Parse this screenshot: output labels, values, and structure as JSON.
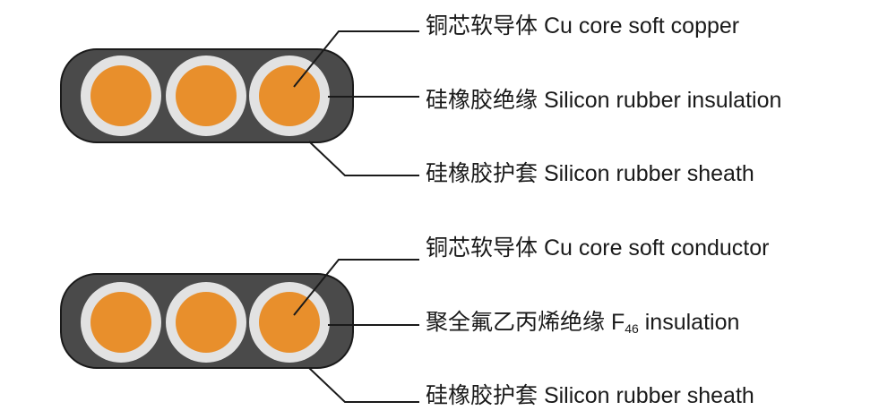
{
  "colors": {
    "sheath": "#4a4a4a",
    "insulation": "#e2e2e2",
    "conductor": "#e88f2c",
    "line": "#1a1a1a"
  },
  "cable_top": {
    "conductor_label": "铜芯软导体 Cu core soft copper",
    "insulation_label": "硅橡胶绝缘 Silicon rubber insulation",
    "sheath_label": "硅橡胶护套 Silicon rubber sheath"
  },
  "cable_bottom": {
    "conductor_label": "铜芯软导体 Cu core soft conductor",
    "insulation_label_prefix": "聚全氟乙丙烯绝缘 F",
    "insulation_label_subscript": "46",
    "insulation_label_suffix": " insulation",
    "sheath_label": "硅橡胶护套 Silicon rubber sheath"
  }
}
